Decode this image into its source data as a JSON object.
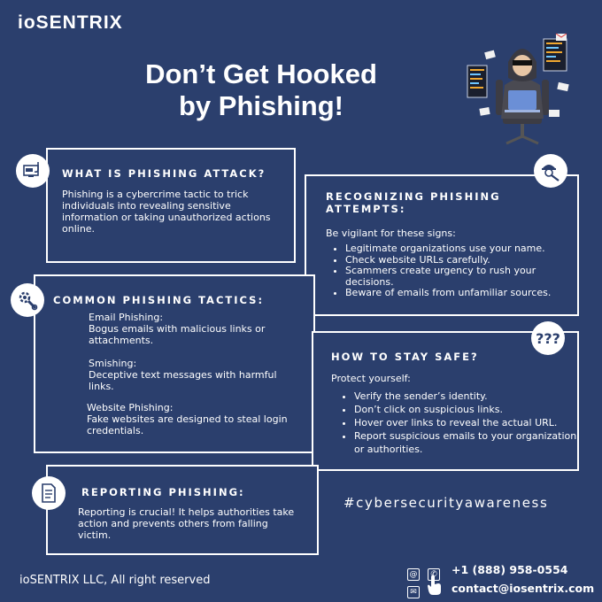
{
  "brand": {
    "logo": "ioSENTRIX"
  },
  "headline": {
    "line1": "Don’t Get Hooked",
    "line2": "by Phishing!"
  },
  "sections": {
    "what_is": {
      "title": "WHAT IS PHISHING ATTACK?",
      "text": "Phishing is a cybercrime tactic to trick individuals into revealing sensitive information or taking unauthorized actions online."
    },
    "recognizing": {
      "title_line1": "RECOGNIZING PHISHING",
      "title_line2": "ATTEMPTS:",
      "intro": "Be vigilant for these signs:",
      "items": [
        "Legitimate organizations use your name.",
        "Check website URLs carefully.",
        "Scammers create urgency to rush your decisions.",
        "Beware of emails from unfamiliar sources."
      ]
    },
    "tactics": {
      "title": "COMMON PHISHING TACTICS:",
      "items": [
        {
          "name": "Email Phishing:",
          "desc": "Bogus emails with malicious links or attachments."
        },
        {
          "name": "Smishing:",
          "desc": "Deceptive text messages with harmful links."
        },
        {
          "name": "Website Phishing:",
          "desc": "Fake websites are designed to steal login credentials."
        }
      ]
    },
    "stay_safe": {
      "title": "HOW TO STAY SAFE?",
      "intro": "Protect yourself:",
      "items": [
        "Verify the sender’s identity.",
        "Don’t click on suspicious links.",
        "Hover over links to reveal the actual URL.",
        "Report suspicious emails to your organization or authorities."
      ]
    },
    "reporting": {
      "title": "REPORTING PHISHING:",
      "text": "Reporting is crucial! It helps authorities take action and prevents others from falling victim."
    }
  },
  "badges": {
    "question_marks": "???"
  },
  "hashtag": "#cybersecurityawareness",
  "footer": {
    "copyright": "ioSENTRIX LLC, All right reserved",
    "phone": "+1 (888) 958-0554",
    "email": "contact@iosentrix.com"
  },
  "colors": {
    "background": "#2b3f6d",
    "foreground": "#ffffff"
  },
  "icons": [
    "computer-hook-icon",
    "hacker-magnifier-icon",
    "gear-wrench-icon",
    "question-marks-icon",
    "document-icon",
    "at-sign-icon",
    "phone-icon",
    "envelope-icon",
    "pointer-hand-icon"
  ]
}
